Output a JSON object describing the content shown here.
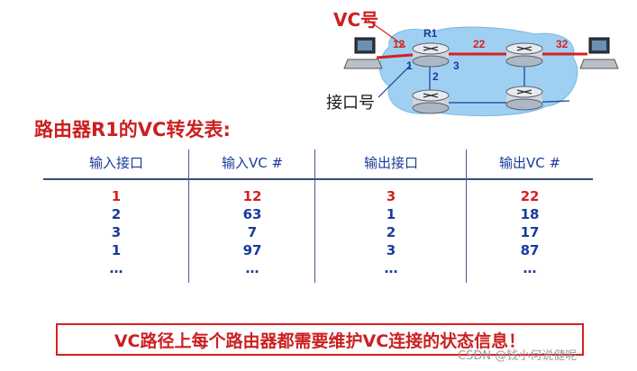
{
  "diagram": {
    "vc_label": "VC号",
    "port_label": "接口号",
    "router_label": "R1",
    "link_vc_numbers": [
      "12",
      "22",
      "32"
    ],
    "port_numbers": [
      "1",
      "2",
      "3"
    ]
  },
  "title": "路由器R1的VC转发表:",
  "table": {
    "headers": [
      "输入接口",
      "输入VC #",
      "输出接口",
      "输出VC #"
    ],
    "rows": [
      [
        "1",
        "12",
        "3",
        "22"
      ],
      [
        "2",
        "63",
        "1",
        "18"
      ],
      [
        "3",
        "7",
        "2",
        "17"
      ],
      [
        "1",
        "97",
        "3",
        "87"
      ],
      [
        "…",
        "…",
        "…",
        "…"
      ]
    ]
  },
  "note": "VC路径上每个路由器都需要维护VC连接的状态信息！",
  "watermark": "CSDN @钱小何说健呢",
  "colors": {
    "accent_red": "#d62020",
    "text_blue": "#1b3b9a",
    "network_cloud": "#9fd0f2"
  }
}
